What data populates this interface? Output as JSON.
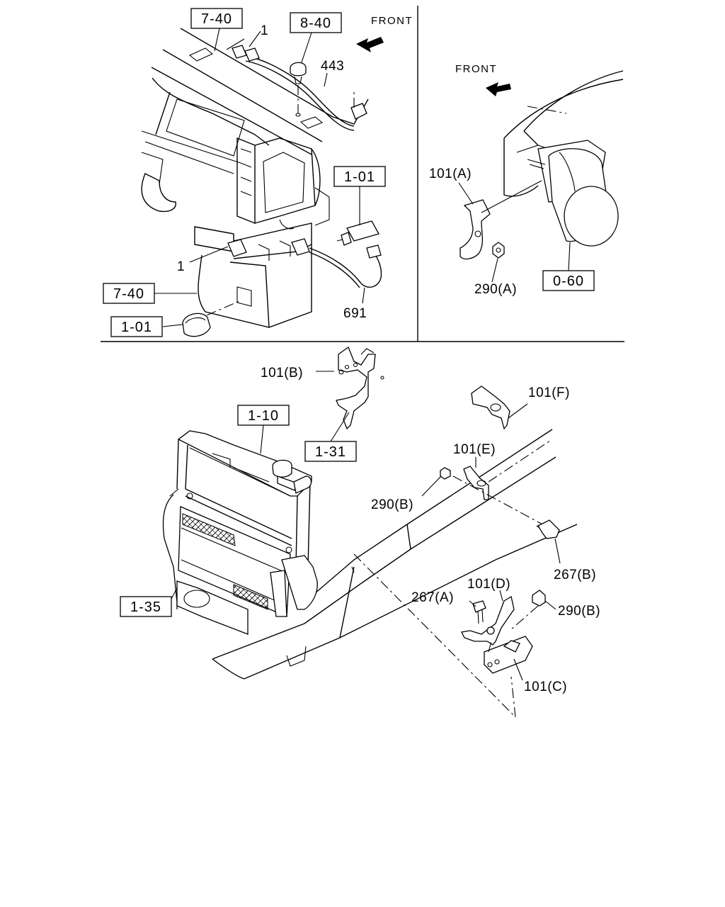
{
  "front_labels": [
    "FRONT",
    "FRONT"
  ],
  "ref_boxes": {
    "b740_top": "7-40",
    "b840": "8-40",
    "b101_top": "1-01",
    "b740_left": "7-40",
    "b101_left": "1-01",
    "b060": "0-60",
    "b110": "1-10",
    "b131": "1-31",
    "b135": "1-35"
  },
  "callouts": {
    "c1_top": "1",
    "c443": "443",
    "c1_left": "1",
    "c691": "691",
    "c101a": "101(A)",
    "c290a": "290(A)",
    "c101b": "101(B)",
    "c101f": "101(F)",
    "c101e": "101(E)",
    "c290b_1": "290(B)",
    "c267b": "267(B)",
    "c101d": "101(D)",
    "c267a": "267(A)",
    "c290b_2": "290(B)",
    "c101c": "101(C)"
  }
}
